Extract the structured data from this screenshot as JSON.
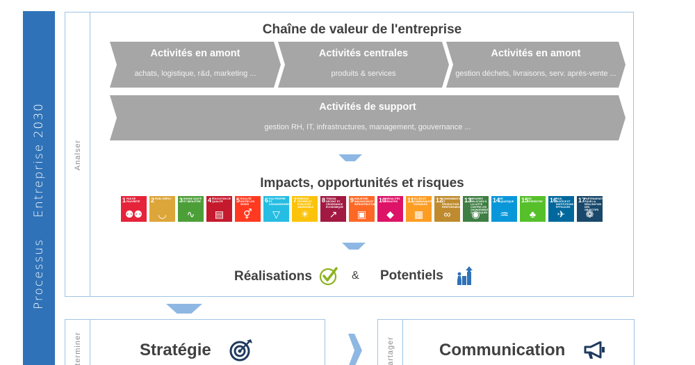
{
  "sidebar": {
    "process_label": "Processus",
    "enterprise_label": "Entreprise 2030"
  },
  "analyse_label": "Analser",
  "value_chain": {
    "title": "Chaîne de valeur de l'entreprise",
    "upstream": {
      "title": "Activités en amont",
      "subtitle": "achats, logistique, r&d, marketing ..."
    },
    "core": {
      "title": "Activités centrales",
      "subtitle": "produits & services"
    },
    "downstream": {
      "title": "Activités en amont",
      "subtitle": "gestion déchets, livraisons, serv. après-vente ..."
    },
    "support": {
      "title": "Activités de support",
      "subtitle": "gestion RH, IT, infrastructures, management, gouvernance ..."
    }
  },
  "impacts": {
    "title": "Impacts, opportunités et risques"
  },
  "sdgs": [
    {
      "num": "1",
      "label": "Pas de pauvreté",
      "color": "#e5243b",
      "icon": "family-icon"
    },
    {
      "num": "2",
      "label": "Faim «zéro»",
      "color": "#dda63a",
      "icon": "bowl-icon"
    },
    {
      "num": "3",
      "label": "Bonne santé et bien-être",
      "color": "#4c9f38",
      "icon": "heartbeat-icon"
    },
    {
      "num": "4",
      "label": "Éducation de qualité",
      "color": "#c5192d",
      "icon": "book-icon"
    },
    {
      "num": "5",
      "label": "Égalité entre les sexes",
      "color": "#ff3a21",
      "icon": "gender-icon"
    },
    {
      "num": "6",
      "label": "Eau propre et assainissement",
      "color": "#26bde2",
      "icon": "water-icon"
    },
    {
      "num": "7",
      "label": "Énergie propre et d'un coût abordable",
      "color": "#fcc30b",
      "icon": "sun-icon"
    },
    {
      "num": "8",
      "label": "Travail décent et croissance économique",
      "color": "#a21942",
      "icon": "growth-icon"
    },
    {
      "num": "9",
      "label": "Industrie, innovation et infrastructure",
      "color": "#fd6925",
      "icon": "cubes-icon"
    },
    {
      "num": "10",
      "label": "Inégalités réduites",
      "color": "#dd1367",
      "icon": "equal-icon"
    },
    {
      "num": "11",
      "label": "Villes et communautés durables",
      "color": "#fd9d24",
      "icon": "city-icon"
    },
    {
      "num": "12",
      "label": "Consommation et production responsables",
      "color": "#bf8b2e",
      "icon": "infinity-icon"
    },
    {
      "num": "13",
      "label": "Mesures relatives à la lutte contre les changements climatiques",
      "color": "#3f7e44",
      "icon": "eye-globe-icon"
    },
    {
      "num": "14",
      "label": "Vie aquatique",
      "color": "#0a97d9",
      "icon": "fish-icon"
    },
    {
      "num": "15",
      "label": "Vie terrestre",
      "color": "#56c02b",
      "icon": "tree-icon"
    },
    {
      "num": "16",
      "label": "Paix, justice et institutions efficaces",
      "color": "#00689d",
      "icon": "dove-icon"
    },
    {
      "num": "17",
      "label": "Partenariats pour la réalisation des objectifs",
      "color": "#19486a",
      "icon": "ring-icon"
    }
  ],
  "results": {
    "realisations": "Réalisations",
    "ampersand": "&",
    "potentiels": "Potentiels"
  },
  "strategy": {
    "side_label": "éterminer",
    "title": "Stratégie"
  },
  "communication": {
    "side_label": "artager",
    "title": "Communication"
  },
  "colors": {
    "primary_blue": "#2f72b8",
    "light_blue": "#8eb8e3",
    "chevron_gray": "#a6a6a6",
    "check_green": "#8cb21e"
  }
}
